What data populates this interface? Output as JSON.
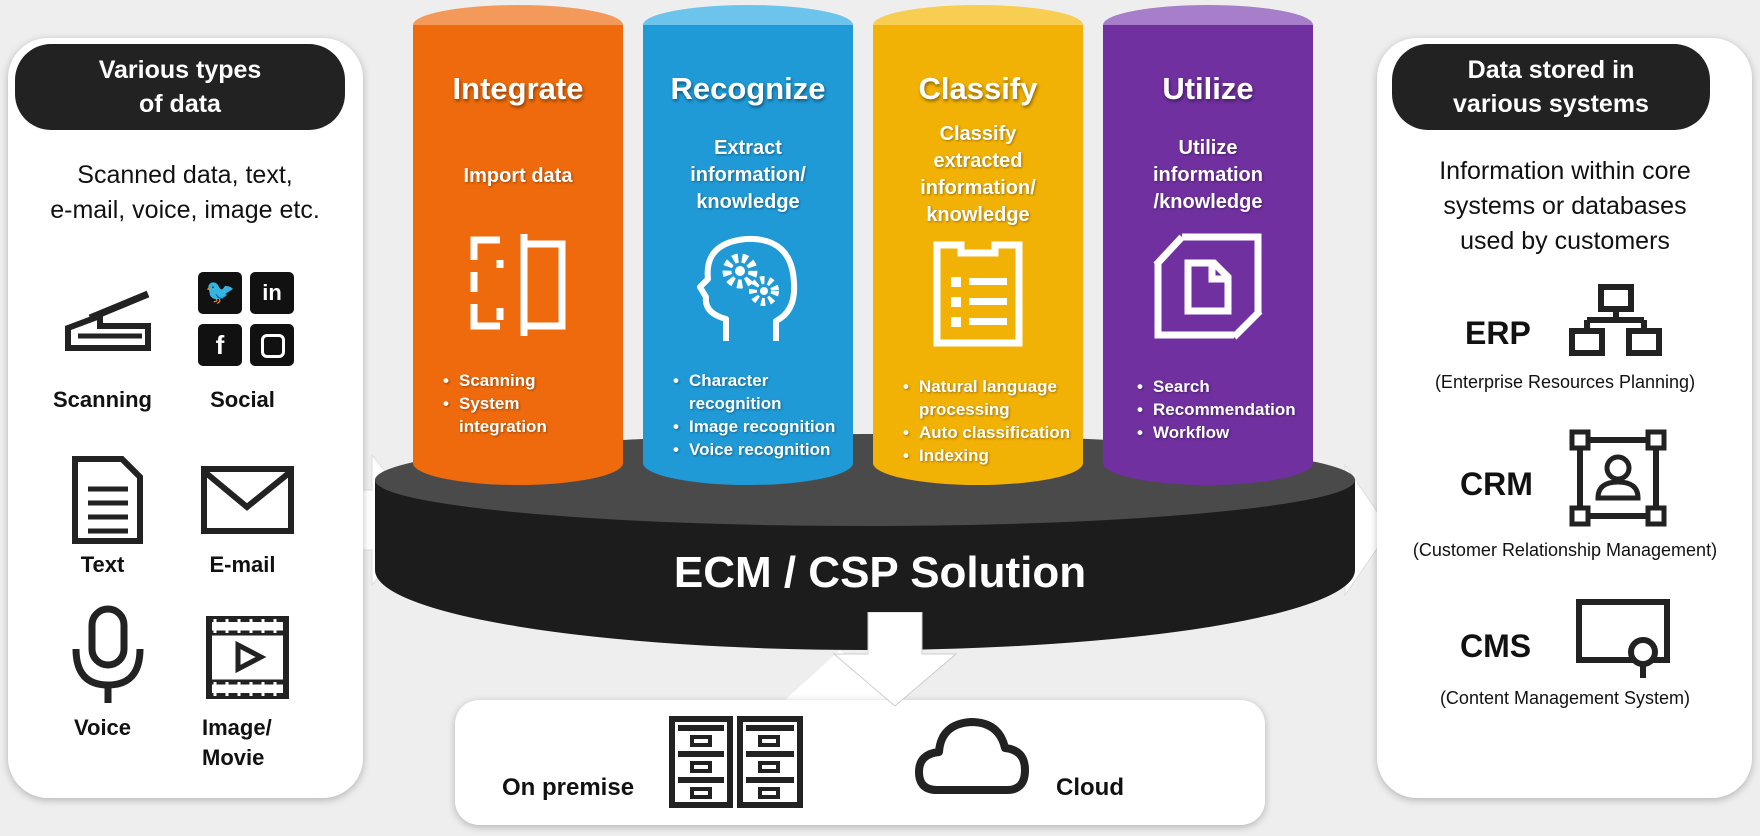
{
  "left_panel": {
    "title": "Various types\nof data",
    "description": "Scanned data, text,\ne-mail, voice, image etc.",
    "items": [
      {
        "label": "Scanning",
        "icon": "scanner-icon"
      },
      {
        "label": "Social",
        "icon": "social-media-icons"
      },
      {
        "label": "Text",
        "icon": "document-text-icon"
      },
      {
        "label": "E-mail",
        "icon": "envelope-icon"
      },
      {
        "label": "Voice",
        "icon": "microphone-icon"
      },
      {
        "label": "Image/\nMovie",
        "icon": "video-play-icon"
      }
    ]
  },
  "pillars": [
    {
      "title": "Integrate",
      "subtitle": "Import data",
      "color": "#ee6a0c",
      "icon": "integrate-icon",
      "bullets": [
        "Scanning",
        "System\nintegration"
      ]
    },
    {
      "title": "Recognize",
      "subtitle": "Extract\ninformation/\nknowledge",
      "color": "#1f9ad6",
      "icon": "brain-gears-icon",
      "bullets": [
        "Character\nrecognition",
        "Image recognition",
        "Voice recognition"
      ]
    },
    {
      "title": "Classify",
      "subtitle": "Classify\nextracted\ninformation/\nknowledge",
      "color": "#f2b105",
      "icon": "checklist-icon",
      "bullets": [
        "Natural language\nprocessing",
        "Auto classification",
        "Indexing"
      ]
    },
    {
      "title": "Utilize",
      "subtitle": "Utilize\ninformation\n/knowledge",
      "color": "#7030a0",
      "icon": "document-share-icon",
      "bullets": [
        "Search",
        "Recommendation",
        "Workflow"
      ]
    }
  ],
  "platform": {
    "label": "ECM / CSP  Solution"
  },
  "storage": {
    "on_premise_label": "On premise",
    "cloud_label": "Cloud",
    "icons": [
      "server-cabinet-icon",
      "cloud-icon"
    ]
  },
  "right_panel": {
    "title": "Data stored  in\nvarious systems",
    "description": "Information within core\nsystems or databases\nused by customers",
    "systems": [
      {
        "abbr": "ERP",
        "full": "(Enterprise Resources Planning)",
        "icon": "org-chart-icon"
      },
      {
        "abbr": "CRM",
        "full": "(Customer Relationship Management)",
        "icon": "user-frame-icon"
      },
      {
        "abbr": "CMS",
        "full": "(Content Management System)",
        "icon": "monitor-icon"
      }
    ]
  }
}
